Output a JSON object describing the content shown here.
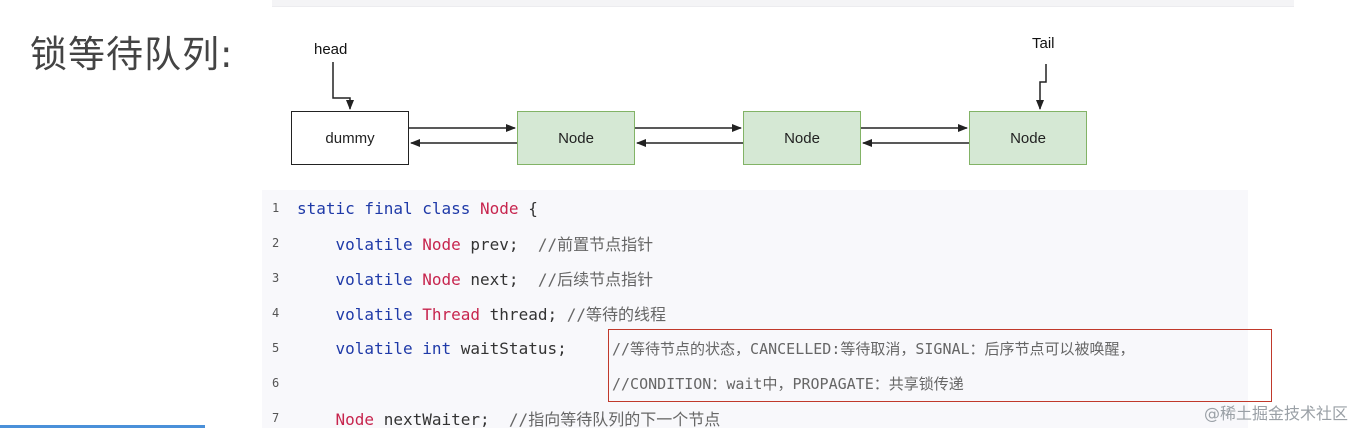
{
  "title": "锁等待队列:",
  "diagram": {
    "head_label": "head",
    "tail_label": "Tail",
    "nodes": [
      {
        "label": "dummy",
        "kind": "dummy"
      },
      {
        "label": "Node",
        "kind": "node"
      },
      {
        "label": "Node",
        "kind": "node"
      },
      {
        "label": "Node",
        "kind": "node"
      }
    ],
    "colors": {
      "node_fill": "#d5e8d4",
      "node_border": "#82b366",
      "dummy_border": "#222222",
      "arrow": "#222222"
    }
  },
  "code": {
    "lines": [
      {
        "num": "1",
        "parts": [
          [
            "kw",
            "static final class "
          ],
          [
            "ty",
            "Node"
          ],
          [
            "pl",
            " {"
          ]
        ]
      },
      {
        "num": "2",
        "parts": [
          [
            "pl",
            "    "
          ],
          [
            "kw",
            "volatile "
          ],
          [
            "ty",
            "Node"
          ],
          [
            "pl",
            " prev;  "
          ],
          [
            "cm",
            "//前置节点指针"
          ]
        ]
      },
      {
        "num": "3",
        "parts": [
          [
            "pl",
            "    "
          ],
          [
            "kw",
            "volatile "
          ],
          [
            "ty",
            "Node"
          ],
          [
            "pl",
            " next;  "
          ],
          [
            "cm",
            "//后续节点指针"
          ]
        ]
      },
      {
        "num": "4",
        "parts": [
          [
            "pl",
            "    "
          ],
          [
            "kw",
            "volatile "
          ],
          [
            "ty",
            "Thread"
          ],
          [
            "pl",
            " thread; "
          ],
          [
            "cm",
            "//等待的线程"
          ]
        ]
      },
      {
        "num": "5",
        "parts": [
          [
            "pl",
            "    "
          ],
          [
            "kw",
            "volatile int "
          ],
          [
            "pl",
            "waitStatus;"
          ]
        ]
      },
      {
        "num": "6",
        "parts": []
      },
      {
        "num": "7",
        "parts": [
          [
            "pl",
            "    "
          ],
          [
            "ty",
            "Node"
          ],
          [
            "pl",
            " nextWaiter;  "
          ],
          [
            "cm",
            "//指向等待队列的下一个节点"
          ]
        ]
      }
    ],
    "status_comment_1": "//等待节点的状态，CANCELLED:等待取消，SIGNAL：后序节点可以被唤醒，",
    "status_comment_2": "//CONDITION：wait中，PROPAGATE：共享锁传递",
    "highlight_color": "#c0392b"
  },
  "watermark": "@稀土掘金技术社区"
}
